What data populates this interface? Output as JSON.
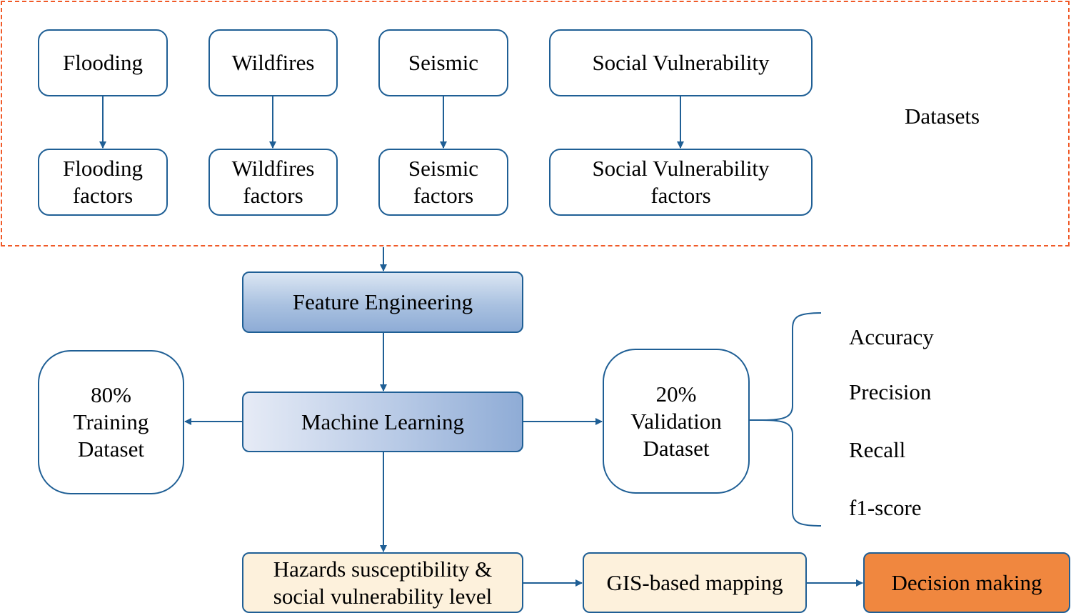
{
  "datasets_label": "Datasets",
  "sources": [
    {
      "name": "Flooding",
      "factors": [
        "Flooding",
        "factors"
      ]
    },
    {
      "name": "Wildfires",
      "factors": [
        "Wildfires",
        "factors"
      ]
    },
    {
      "name": "Seismic",
      "factors": [
        "Seismic",
        "factors"
      ]
    },
    {
      "name": "Social Vulnerability",
      "factors": [
        "Social Vulnerability",
        "factors"
      ]
    }
  ],
  "feature_engineering": "Feature Engineering",
  "machine_learning": "Machine Learning",
  "training": [
    "80%",
    "Training",
    "Dataset"
  ],
  "validation": [
    "20%",
    "Validation",
    "Dataset"
  ],
  "metrics": [
    "Accuracy",
    "Precision",
    "Recall",
    "f1-score"
  ],
  "hazards": [
    "Hazards susceptibility &",
    "social vulnerability level"
  ],
  "gis_mapping": "GIS-based mapping",
  "decision_making": "Decision making",
  "colors": {
    "box_border": "#1f5f95",
    "dashed_border": "#f05a28",
    "decision_fill": "#f0873f",
    "hazards_fill": "#fdf1dc"
  }
}
